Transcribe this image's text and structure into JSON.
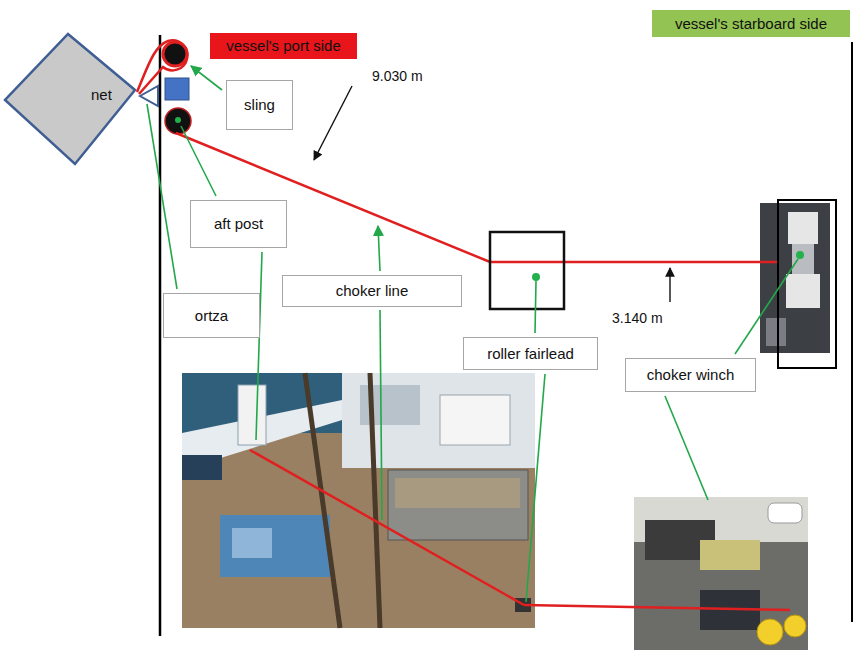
{
  "diagram": {
    "nodes": [
      {
        "text": [
          "vessel's port side"
        ]
      },
      {
        "text": [
          "vessel's starboard side"
        ]
      },
      {
        "text": [
          "net"
        ]
      },
      {
        "text": [
          "sling"
        ]
      },
      {
        "text": [
          "aft post"
        ]
      },
      {
        "text": [
          "choker line"
        ]
      },
      {
        "text": [
          "ortza"
        ]
      },
      {
        "text": [
          "roller fairlead"
        ]
      },
      {
        "text": [
          "choker winch"
        ]
      }
    ],
    "labels": [
      "9.030 m",
      "3.140 m"
    ]
  }
}
